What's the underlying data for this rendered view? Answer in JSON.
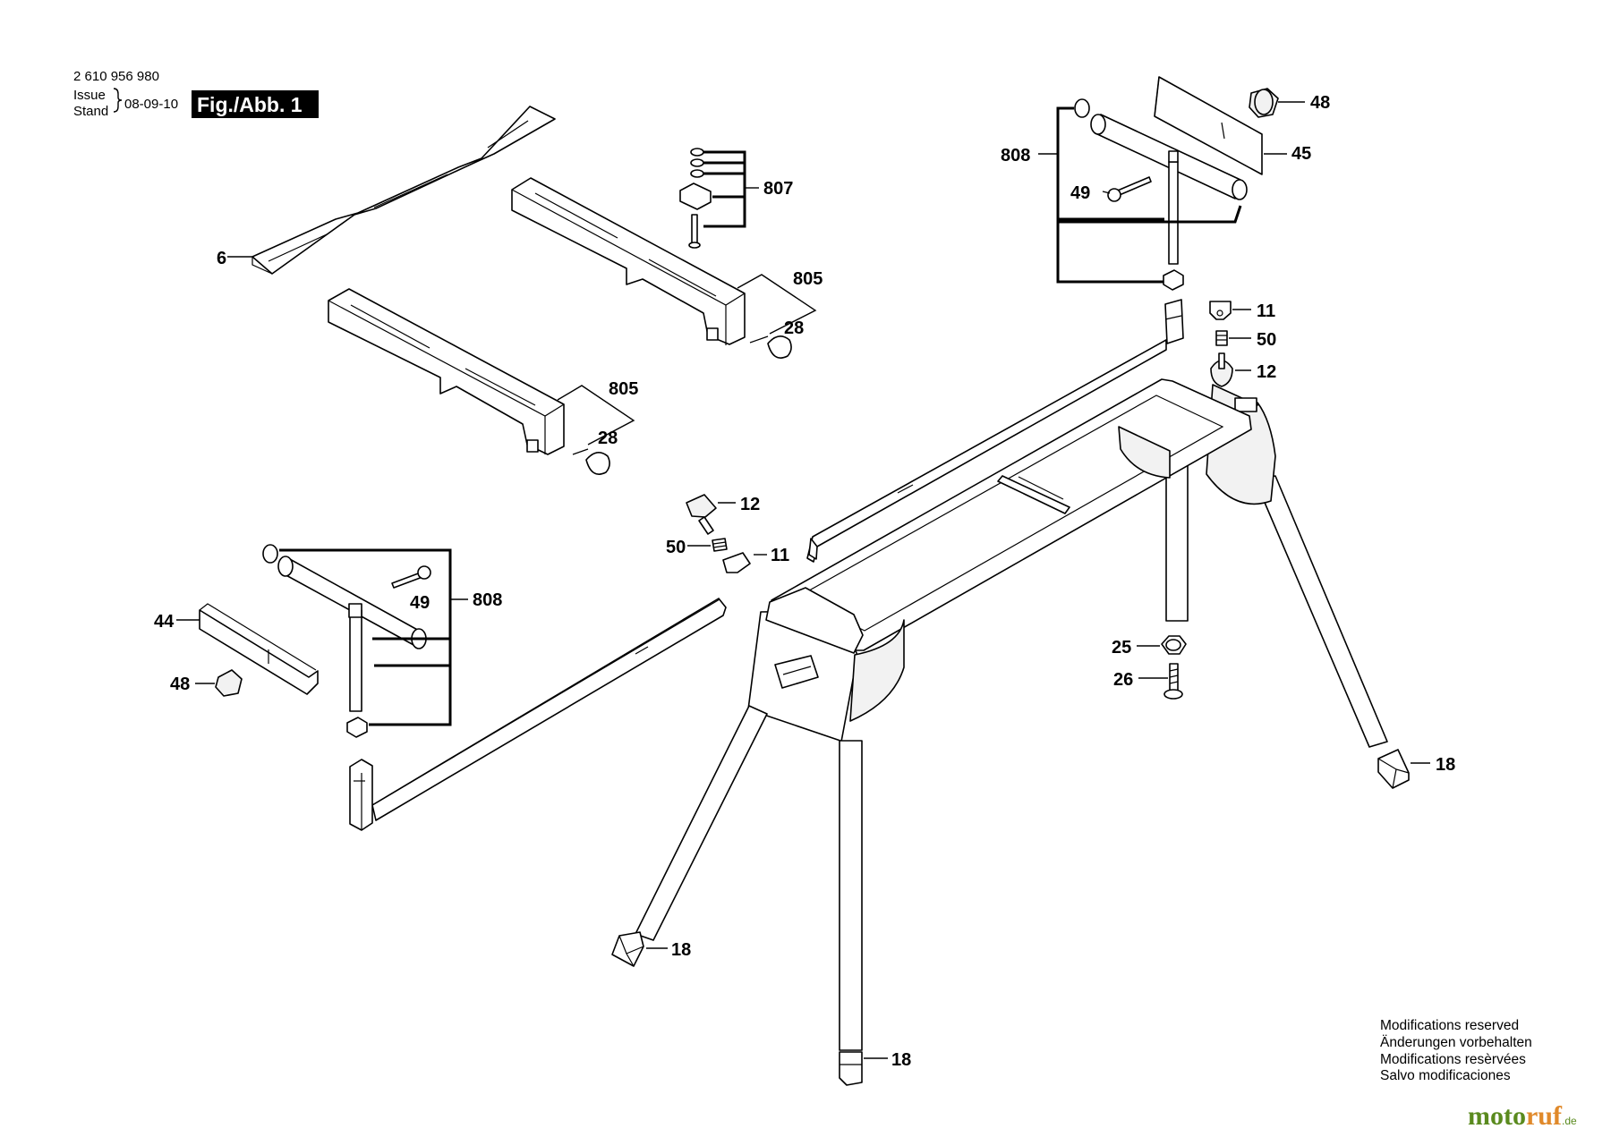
{
  "header": {
    "doc_number": "2 610 956 980",
    "issue_label": "Issue",
    "stand_label": "Stand",
    "date": "08-09-10",
    "figure": "Fig./Abb. 1"
  },
  "part_labels": {
    "p6": "6",
    "p807": "807",
    "p805_upper": "805",
    "p28_upper": "28",
    "p805_lower": "805",
    "p28_lower": "28",
    "p808_upper": "808",
    "p49_upper": "49",
    "p48_upper": "48",
    "p45": "45",
    "p11_right": "11",
    "p50_right": "50",
    "p12_right": "12",
    "p12_center": "12",
    "p50_center": "50",
    "p11_center": "11",
    "p808_lower": "808",
    "p49_lower": "49",
    "p44": "44",
    "p48_lower": "48",
    "p25": "25",
    "p26": "26",
    "p18_right": "18",
    "p18_left": "18",
    "p18_bottom": "18"
  },
  "notes": {
    "en": "Modifications reserved",
    "de": "Änderungen vorbehalten",
    "fr": "Modifications resèrvées",
    "es": "Salvo modificaciones"
  },
  "watermark": {
    "part1": "moto",
    "part2": "ruf",
    "suffix": ".de"
  }
}
